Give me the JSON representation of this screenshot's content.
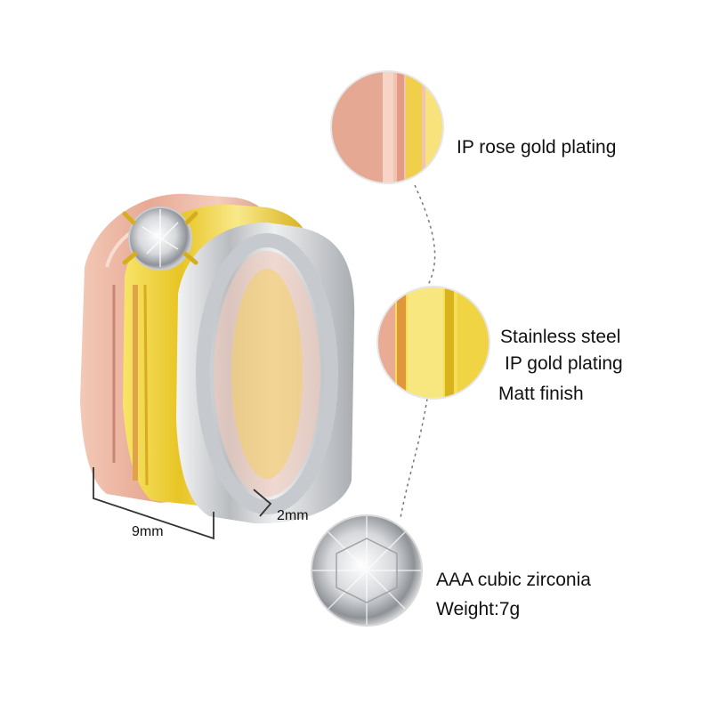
{
  "callouts": {
    "rose": {
      "text": "IP rose gold plating"
    },
    "gold": {
      "lines": [
        "Stainless steel",
        "IP gold plating",
        "Matt finish"
      ]
    },
    "stone": {
      "lines": [
        "AAA cubic zirconia",
        "Weight:7g"
      ]
    }
  },
  "dimensions": {
    "width_label": "9mm",
    "band_label": "2mm"
  },
  "colors": {
    "rose_gold": "#e8b2a0",
    "gold": "#f0d236",
    "silver": "#d9dbde",
    "callout_line": "#777777",
    "text": "#111111"
  }
}
